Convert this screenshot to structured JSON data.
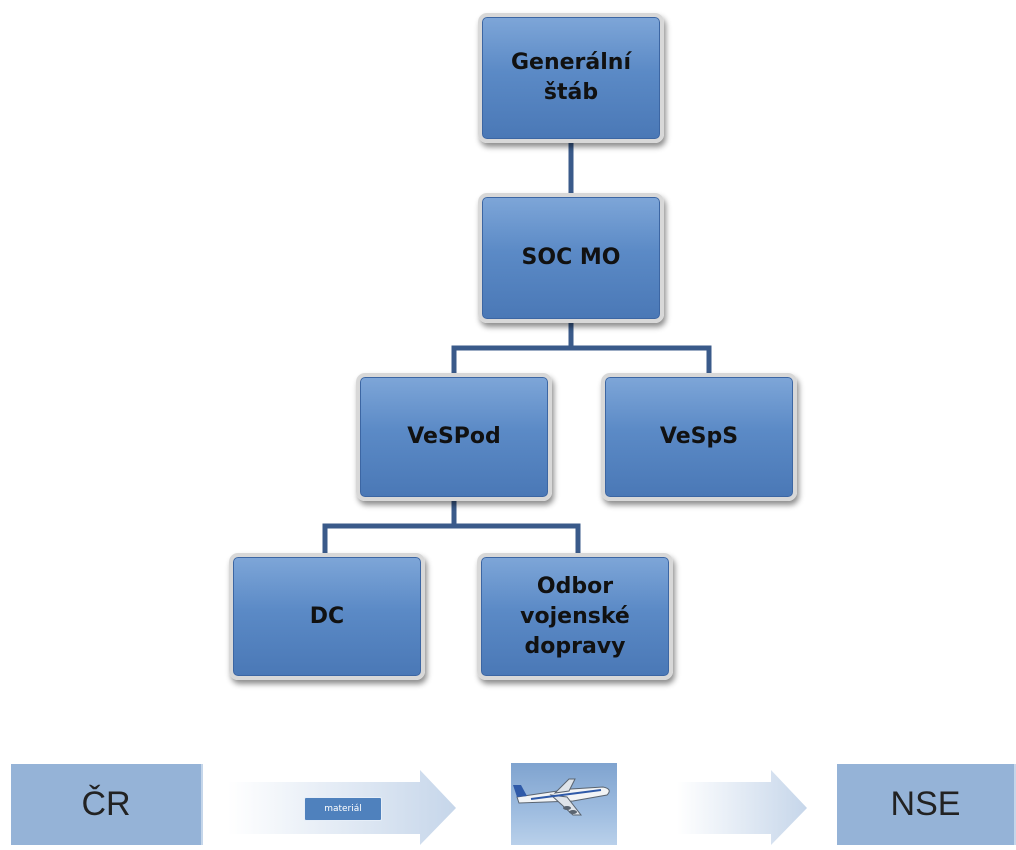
{
  "org_chart": {
    "nodes": {
      "general_staff": "Generální štáb",
      "general_staff_lines": [
        "Generální",
        "štáb"
      ],
      "soc_mo": "SOC MO",
      "vespod": "VeSPod",
      "vesps": "VeSpS",
      "dc": "DC",
      "transport_dept_lines": [
        "Odbor",
        "vojenské",
        "dopravy"
      ]
    }
  },
  "flow": {
    "origin": "ČR",
    "cargo_label": "materiál",
    "destination": "NSE",
    "transport_icon": "cargo-airplane-photo"
  },
  "colors": {
    "node_fill": "#4f81bd",
    "node_border": "#d8d8d8",
    "connector": "#3a5a8a",
    "flow_box": "#95b3d7",
    "arrow_fill": "#dbe5f1"
  }
}
